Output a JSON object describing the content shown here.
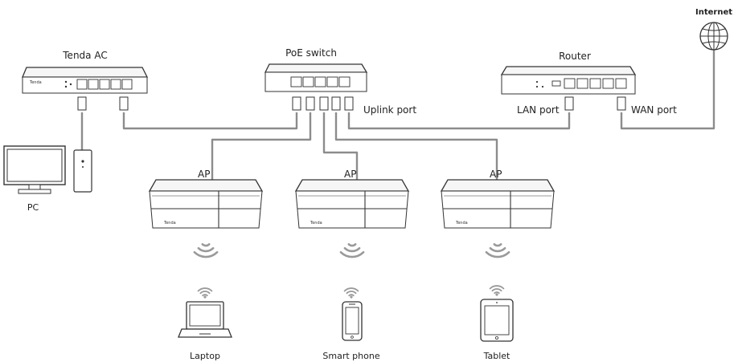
{
  "devices": {
    "controller": {
      "label": "Tenda AC",
      "brand": "Tenda"
    },
    "poe_switch": {
      "label": "PoE switch"
    },
    "router": {
      "label": "Router"
    },
    "internet": {
      "label": "Internet",
      "icon": "globe-icon"
    },
    "pc": {
      "label": "PC"
    },
    "aps": [
      {
        "label": "AP",
        "brand": "Tenda"
      },
      {
        "label": "AP",
        "brand": "Tenda"
      },
      {
        "label": "AP",
        "brand": "Tenda"
      }
    ],
    "clients": [
      {
        "label": "Laptop",
        "icon": "laptop-icon"
      },
      {
        "label": "Smart phone",
        "icon": "smartphone-icon"
      },
      {
        "label": "Tablet",
        "icon": "tablet-icon"
      }
    ]
  },
  "ports": {
    "uplink": "Uplink port",
    "lan": "LAN port",
    "wan": "WAN port"
  },
  "colors": {
    "cable": "#8c8c8c",
    "wifi": "#9a9a9a",
    "outline": "#333333"
  }
}
